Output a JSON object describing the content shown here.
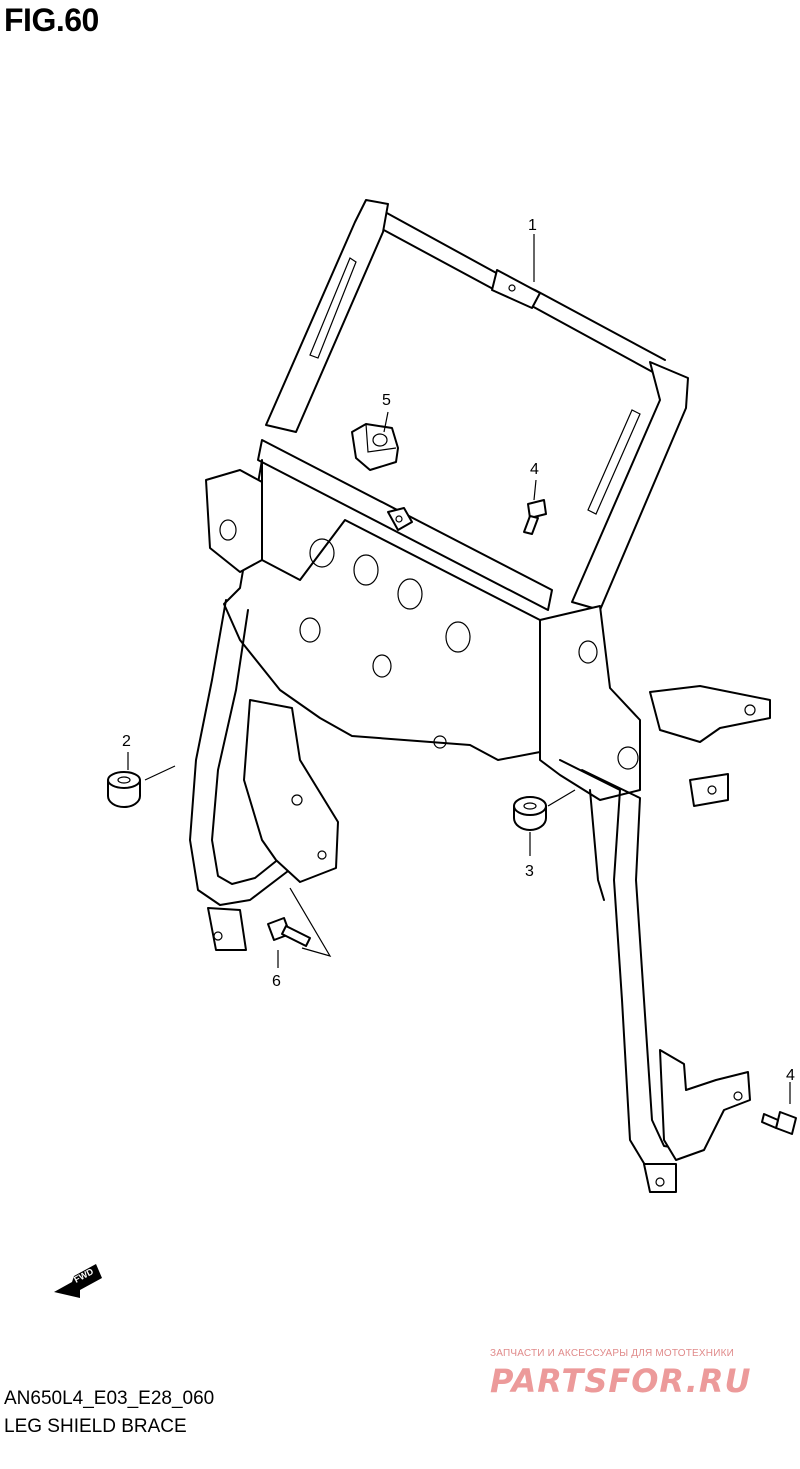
{
  "figure": {
    "title": "FIG.60",
    "code": "AN650L4_E03_E28_060",
    "name": "LEG SHIELD BRACE"
  },
  "callouts": [
    {
      "id": "1",
      "label": "1"
    },
    {
      "id": "2",
      "label": "2"
    },
    {
      "id": "3",
      "label": "3"
    },
    {
      "id": "4a",
      "label": "4"
    },
    {
      "id": "4b",
      "label": "4"
    },
    {
      "id": "5",
      "label": "5"
    },
    {
      "id": "6",
      "label": "6"
    }
  ],
  "direction_marker": {
    "label": "FWD",
    "icon": "forward-arrow-icon"
  },
  "watermark": {
    "tagline": "ЗАПЧАСТИ И АКСЕССУАРЫ ДЛЯ МОТОТЕХНИКИ",
    "logo": "PARTSFOR.RU",
    "color": "#ec9a9a"
  }
}
